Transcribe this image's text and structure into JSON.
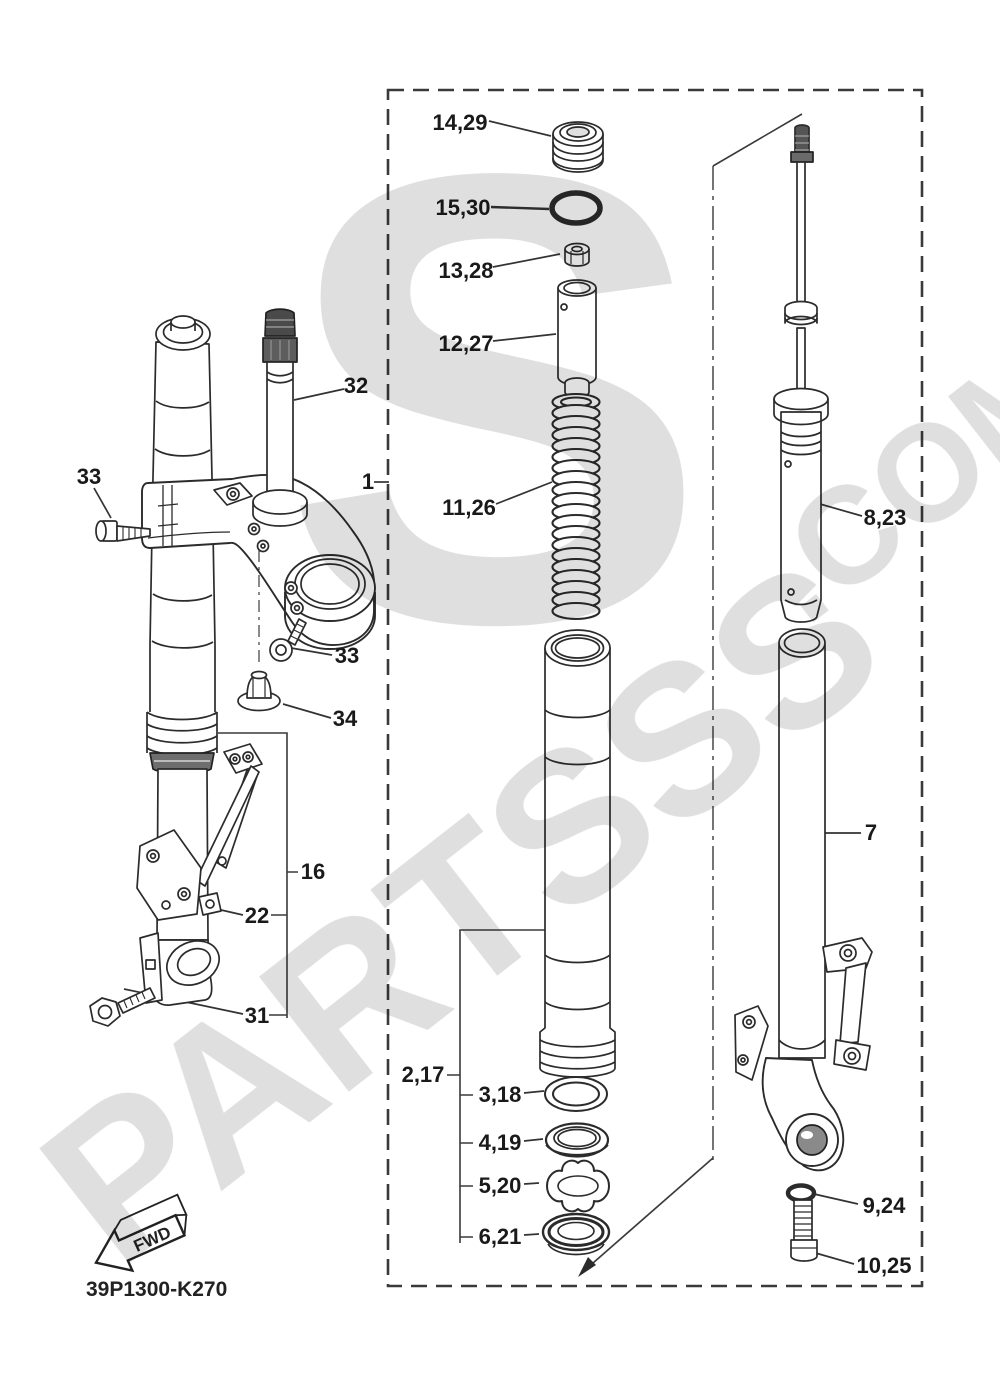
{
  "colors": {
    "background": "#ffffff",
    "line": "#2b2b2b",
    "label": "#1a1a1a",
    "watermark": "#c4c4c4",
    "dark_fill": "#555555"
  },
  "drawing_code": "39P1300-K270",
  "direction_marker": "FWD",
  "watermark": {
    "monogram": "S",
    "name": "PARTSSS",
    "suffix": ".COM"
  },
  "callouts": {
    "assembly": "1",
    "cap_bolt": "14,29",
    "cap_o_ring": "15,30",
    "lock_nut": "13,28",
    "adjuster": "12,27",
    "spring": "11,26",
    "inner_tube_set": "2,17",
    "slide_metal": "3,18",
    "washer": "4,19",
    "clip": "5,20",
    "oil_seal": "6,21",
    "outer_tube": "7",
    "damper_assembly": "8,23",
    "o_ring_small": "9,24",
    "cap_bolt_lower": "10,25",
    "fender_stay": "16",
    "stay_link": "22",
    "flange_bolt": "31",
    "steering_stem": "32",
    "pinch_bolt_upper": "33",
    "pinch_bolt_lower": "33",
    "stem_nut": "34"
  }
}
